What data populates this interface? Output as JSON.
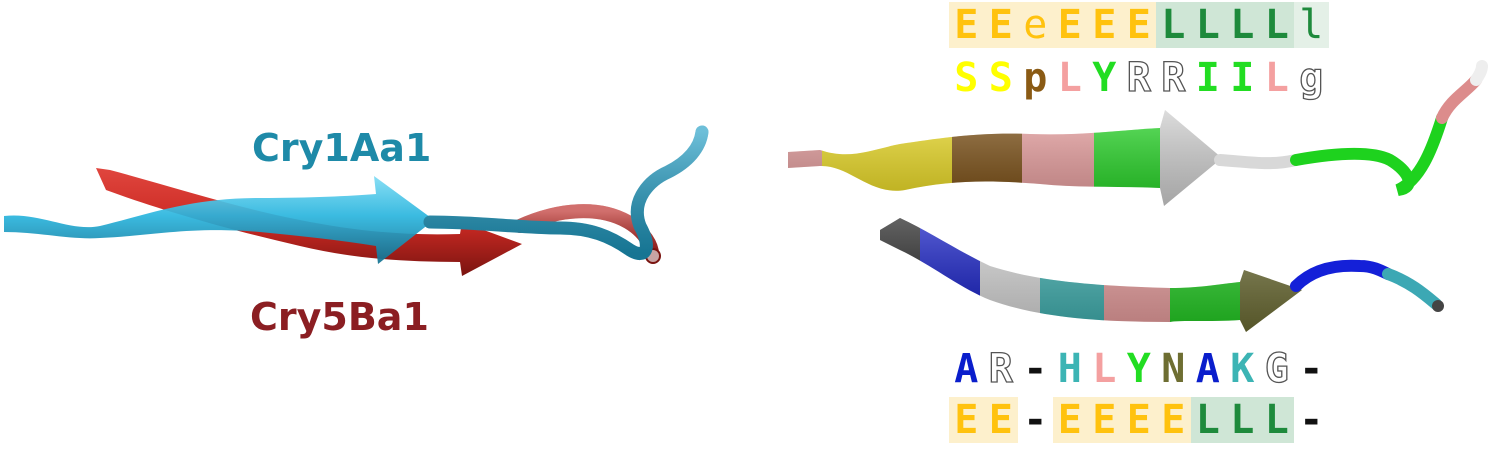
{
  "labels": {
    "top_protein": "Cry1Aa1",
    "bottom_protein": "Cry5Ba1"
  },
  "colors": {
    "cry1aa1": "#1e8aa8",
    "cry5ba1": "#8b1e22",
    "ribbon_blue": "#2ab5de",
    "ribbon_red": "#cc2a24",
    "strand_highlight": "#fdf0cc",
    "loop_highlight": "#cfe6d6"
  },
  "sequence_top": {
    "ss": [
      {
        "c": "E",
        "color": "#ffc20e",
        "bg": "#fdf0cc"
      },
      {
        "c": "E",
        "color": "#ffc20e",
        "bg": "#fdf0cc"
      },
      {
        "c": "e",
        "color": "#ffc20e",
        "bg": "#fdf0cc"
      },
      {
        "c": "E",
        "color": "#ffc20e",
        "bg": "#fdf0cc"
      },
      {
        "c": "E",
        "color": "#ffc20e",
        "bg": "#fdf0cc"
      },
      {
        "c": "E",
        "color": "#ffc20e",
        "bg": "#fdf0cc"
      },
      {
        "c": "L",
        "color": "#1e8a3c",
        "bg": "#cfe6d6"
      },
      {
        "c": "L",
        "color": "#1e8a3c",
        "bg": "#cfe6d6"
      },
      {
        "c": "L",
        "color": "#1e8a3c",
        "bg": "#cfe6d6"
      },
      {
        "c": "L",
        "color": "#1e8a3c",
        "bg": "#cfe6d6"
      },
      {
        "c": "l",
        "color": "#1e8a3c",
        "bg": "#e4f0e7"
      }
    ],
    "aa": [
      {
        "c": "S",
        "color": "#ffff00",
        "outline": false
      },
      {
        "c": "S",
        "color": "#ffff00",
        "outline": false
      },
      {
        "c": "p",
        "color": "#8a5a14",
        "outline": false
      },
      {
        "c": "L",
        "color": "#f4a0a0",
        "outline": false
      },
      {
        "c": "Y",
        "color": "#22dd22",
        "outline": false
      },
      {
        "c": "R",
        "color": "#ffffff",
        "outline": true
      },
      {
        "c": "R",
        "color": "#ffffff",
        "outline": true
      },
      {
        "c": "I",
        "color": "#22dd22",
        "outline": false
      },
      {
        "c": "I",
        "color": "#22dd22",
        "outline": false
      },
      {
        "c": "L",
        "color": "#f4a0a0",
        "outline": false
      },
      {
        "c": "g",
        "color": "#ffffff",
        "outline": true
      }
    ]
  },
  "sequence_bottom": {
    "aa": [
      {
        "c": "A",
        "color": "#0a1ecc",
        "outline": false
      },
      {
        "c": "R",
        "color": "#ffffff",
        "outline": true
      },
      {
        "c": "-",
        "color": "#111111",
        "outline": false
      },
      {
        "c": "H",
        "color": "#3cb4b4",
        "outline": false
      },
      {
        "c": "L",
        "color": "#f4a0a0",
        "outline": false
      },
      {
        "c": "Y",
        "color": "#22dd22",
        "outline": false
      },
      {
        "c": "N",
        "color": "#6e6e32",
        "outline": false
      },
      {
        "c": "A",
        "color": "#0a1ecc",
        "outline": false
      },
      {
        "c": "K",
        "color": "#3cb4b4",
        "outline": false
      },
      {
        "c": "G",
        "color": "#ffffff",
        "outline": true
      },
      {
        "c": "-",
        "color": "#111111",
        "outline": false
      }
    ],
    "ss": [
      {
        "c": "E",
        "color": "#ffc20e",
        "bg": "#fdf0cc"
      },
      {
        "c": "E",
        "color": "#ffc20e",
        "bg": "#fdf0cc"
      },
      {
        "c": "-",
        "color": "#111111",
        "bg": "none"
      },
      {
        "c": "E",
        "color": "#ffc20e",
        "bg": "#fdf0cc"
      },
      {
        "c": "E",
        "color": "#ffc20e",
        "bg": "#fdf0cc"
      },
      {
        "c": "E",
        "color": "#ffc20e",
        "bg": "#fdf0cc"
      },
      {
        "c": "E",
        "color": "#ffc20e",
        "bg": "#fdf0cc"
      },
      {
        "c": "L",
        "color": "#1e8a3c",
        "bg": "#cfe6d6"
      },
      {
        "c": "L",
        "color": "#1e8a3c",
        "bg": "#cfe6d6"
      },
      {
        "c": "L",
        "color": "#1e8a3c",
        "bg": "#cfe6d6"
      },
      {
        "c": "-",
        "color": "#111111",
        "bg": "none"
      }
    ]
  }
}
